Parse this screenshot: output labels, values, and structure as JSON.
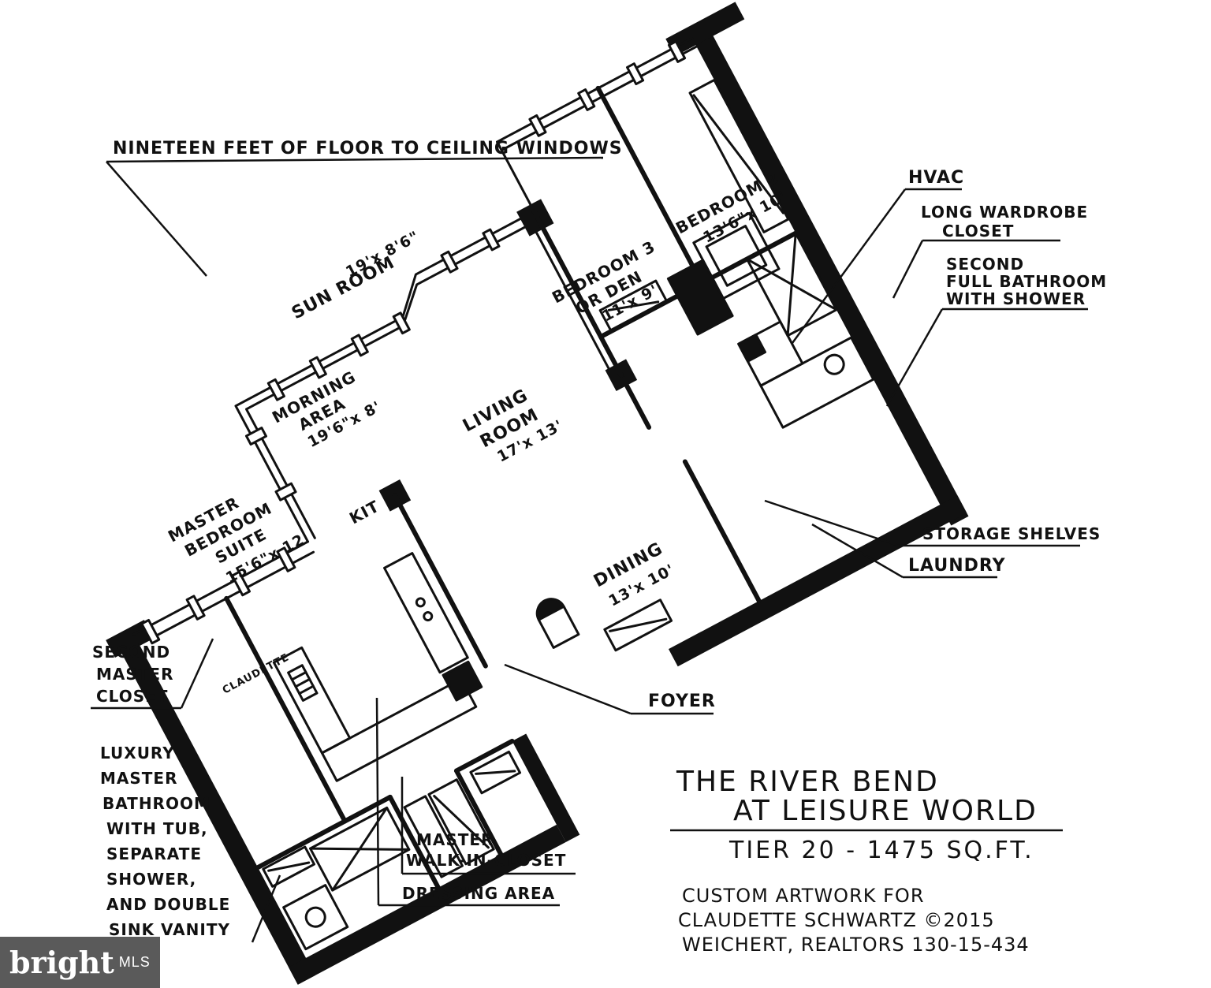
{
  "callouts": {
    "windows": "NINETEEN FEET OF FLOOR TO CEILING WINDOWS",
    "hvac": "HVAC",
    "long_wardrobe": [
      "LONG WARDROBE",
      "CLOSET"
    ],
    "second_bath": [
      "SECOND",
      "FULL BATHROOM",
      "WITH SHOWER"
    ],
    "storage": "STORAGE SHELVES",
    "laundry": "LAUNDRY",
    "foyer": "FOYER",
    "second_master_closet": [
      "SECOND",
      "MASTER",
      "CLOSET"
    ],
    "luxury_bath": [
      "LUXURY",
      "MASTER",
      "BATHROOM",
      "WITH TUB,",
      "SEPARATE",
      "SHOWER,",
      "AND DOUBLE",
      "SINK VANITY"
    ],
    "walk_in": [
      "MASTER",
      "WALK-IN-CLOSET"
    ],
    "dressing": "DRESSING AREA"
  },
  "rooms": {
    "sun_room": {
      "name": "SUN ROOM",
      "dim": "19'x 8'6\""
    },
    "bedroom3": {
      "name": "BEDROOM 3",
      "sub": "OR DEN",
      "dim": "11'x 9'"
    },
    "bedroom2": {
      "name": "BEDROOM 2",
      "dim": "13'6\"x 10'"
    },
    "morning": {
      "name": [
        "MORNING",
        "AREA"
      ],
      "dim": "19'6\"x 8'"
    },
    "living": {
      "name": [
        "LIVING",
        "ROOM"
      ],
      "dim": "17'x 13'"
    },
    "kit": "KIT",
    "master": {
      "name": [
        "MASTER",
        "BEDROOM",
        "SUITE"
      ],
      "dim": "15'6\"x 12'"
    },
    "dining": {
      "name": "DINING",
      "dim": "13'x 10'"
    },
    "closet_tag": "CLAUDETTE"
  },
  "title": {
    "line1": "THE RIVER BEND",
    "line2": "AT LEISURE WORLD",
    "tier": "TIER 20 -  1475 SQ.FT."
  },
  "credit": [
    "CUSTOM ARTWORK FOR",
    "CLAUDETTE SCHWARTZ ©2015",
    "WEICHERT, REALTORS 130-15-434"
  ],
  "watermark": {
    "brand": "bright",
    "suffix": "MLS"
  }
}
